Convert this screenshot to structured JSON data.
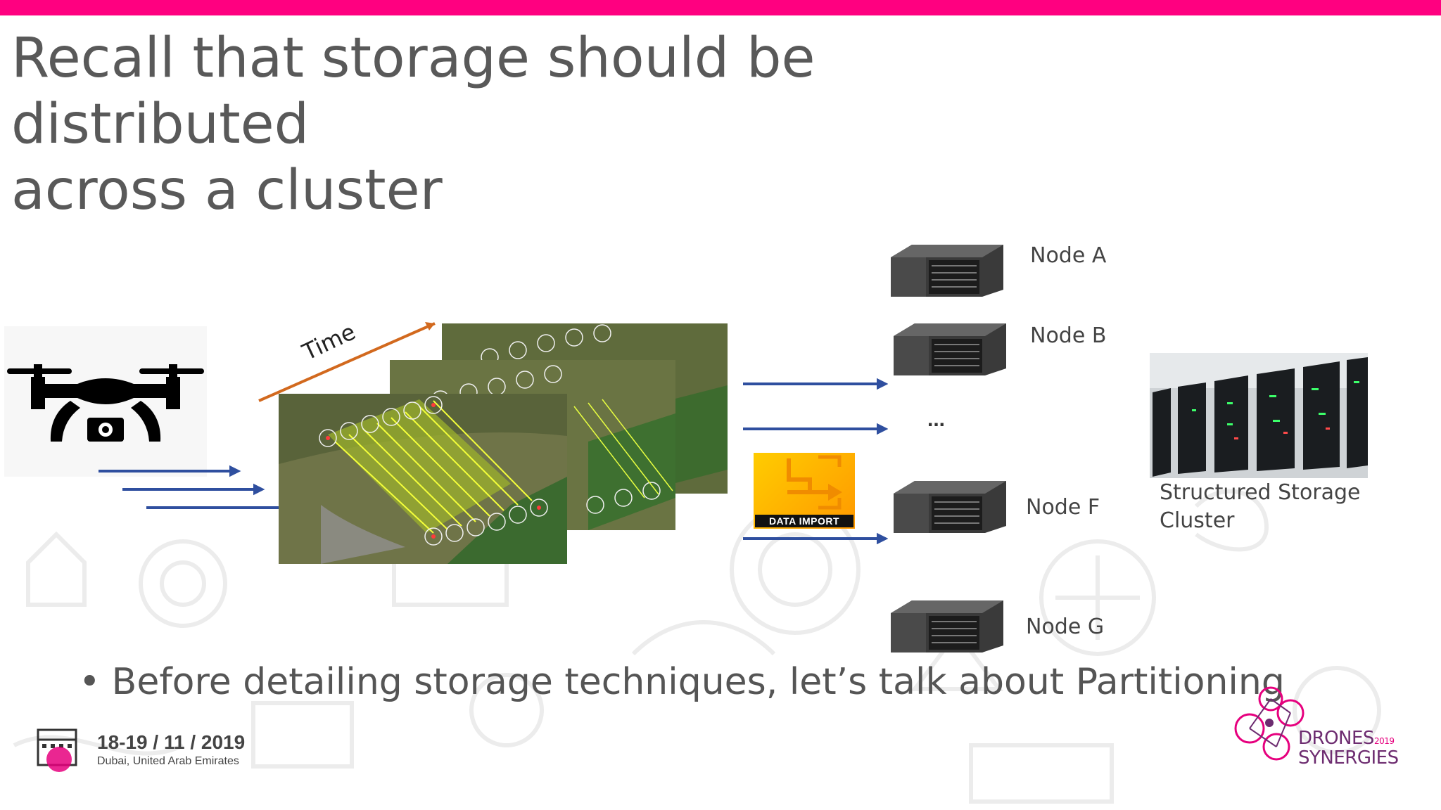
{
  "slide": {
    "title_line1": "Recall that storage should be distributed",
    "title_line2": "across a cluster",
    "bullet": "Before detailing  storage techniques, let’s talk about Partitioning"
  },
  "diagram": {
    "time_label": "Time",
    "data_import_label": "DATA IMPORT",
    "nodes": [
      "Node A",
      "Node B",
      "...",
      "Node F",
      "Node G"
    ],
    "storage_label_line1": "Structured Storage",
    "storage_label_line2": "Cluster"
  },
  "footer": {
    "date": "18-19 / 11 / 2019",
    "location": "Dubai, United Arab Emirates",
    "brand_line1": "DRONES",
    "brand_year": "2019",
    "brand_line2": "SYNERGIES"
  },
  "colors": {
    "accent": "#ff0080",
    "arrow_blue": "#2f4f9f",
    "time_arrow": "#d2691e",
    "brand_purple": "#6d2c70"
  },
  "icons": [
    "drone-icon",
    "server-icon",
    "calendar-icon",
    "drones-synergies-logo"
  ]
}
